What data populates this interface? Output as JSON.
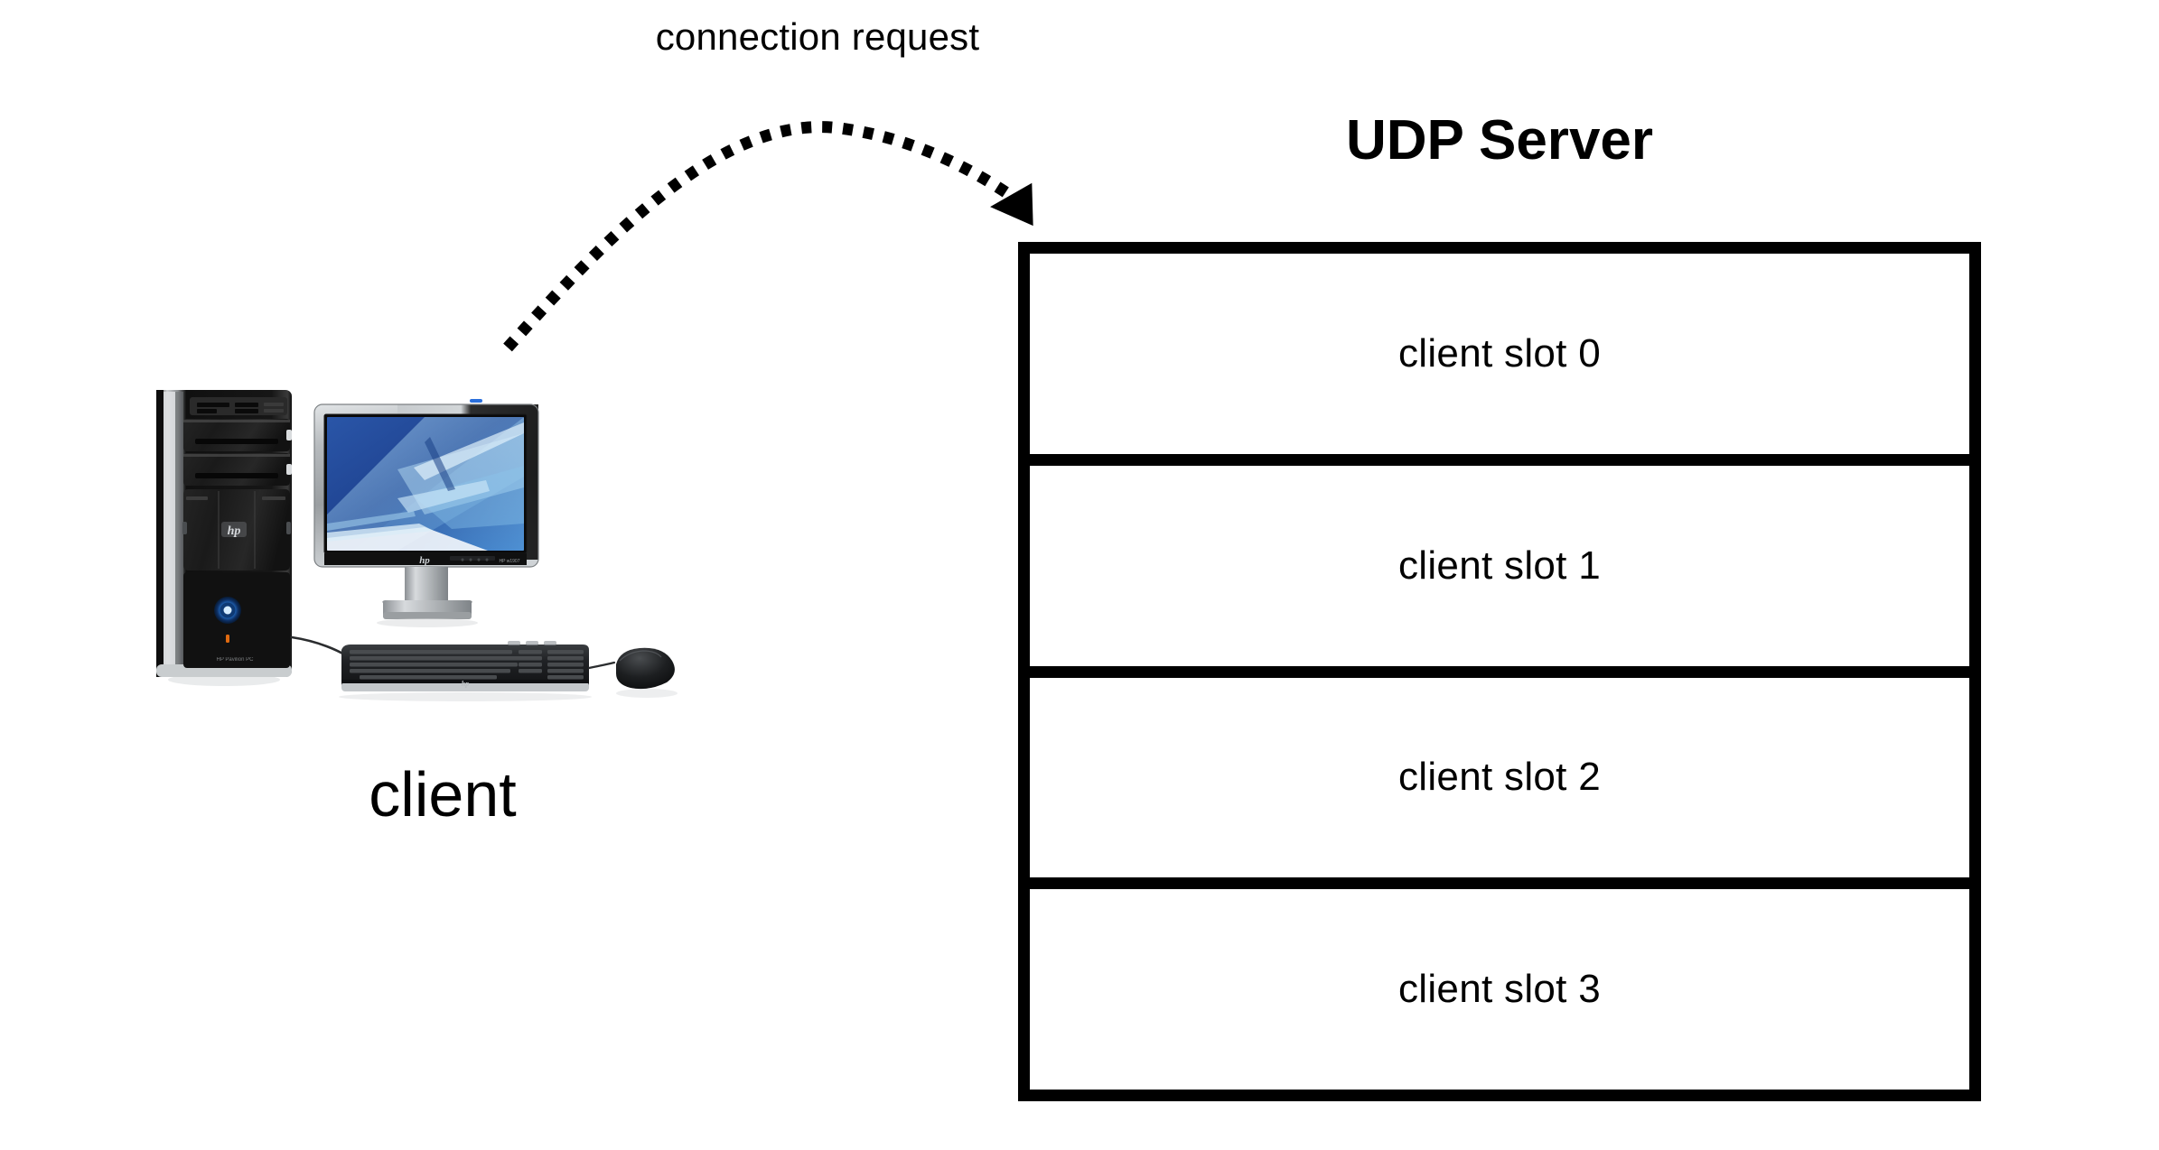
{
  "diagram": {
    "title": "UDP Server",
    "connection_label": "connection request",
    "client_label": "client",
    "arrow": {
      "name": "connection-request-arrow",
      "style": "dotted-curved",
      "direction": "client-to-server",
      "color": "#000000"
    },
    "slots": [
      {
        "label": "client slot 0"
      },
      {
        "label": "client slot 1"
      },
      {
        "label": "client slot 2"
      },
      {
        "label": "client slot 3"
      }
    ],
    "computer": {
      "name": "client-computer-photo",
      "parts": [
        "tower",
        "monitor",
        "keyboard",
        "mouse"
      ],
      "brand_mark": "hp"
    },
    "colors": {
      "background": "#ffffff",
      "ink": "#000000",
      "border": "#000000",
      "screen_dark_blue": "#1b3a8c",
      "screen_mid_blue": "#2f63b8",
      "screen_light_blue": "#9fd2f0",
      "tower_black": "#171717",
      "bezel_silver": "#b9bdc0",
      "power_led_blue": "#2a7fe0",
      "led_orange": "#e06a10"
    }
  }
}
